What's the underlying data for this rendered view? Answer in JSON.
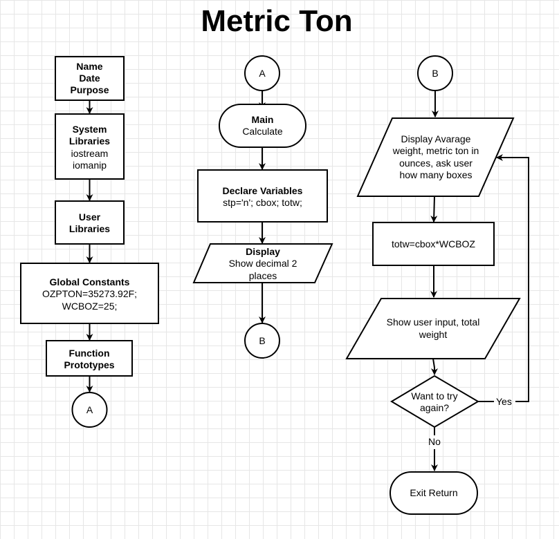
{
  "title": "Metric Ton",
  "nodes": {
    "header": {
      "lines": [
        "Name",
        "Date",
        "Purpose"
      ]
    },
    "system_libs": {
      "lines": [
        "System",
        "Libraries"
      ],
      "sub": [
        "iostream",
        "iomanip"
      ]
    },
    "user_libs": {
      "lines": [
        "User",
        "Libraries"
      ]
    },
    "global_constants": {
      "heading": "Global Constants",
      "sub": [
        "OZPTON=35273.92F;",
        "WCBOZ=25;"
      ]
    },
    "function_prototypes": {
      "lines": [
        "Function",
        "Prototypes"
      ]
    },
    "connector_a_out": "A",
    "connector_a_in": "A",
    "main": {
      "heading": "Main",
      "sub": "Calculate"
    },
    "declare_vars": {
      "heading": "Declare Variables",
      "sub": "stp='n'; cbox; totw;"
    },
    "display_decimal": {
      "heading": "Display",
      "sub": [
        "Show decimal 2",
        "places"
      ]
    },
    "connector_b_out": "B",
    "connector_b_in": "B",
    "display_average": {
      "lines": [
        "Display Avarage",
        "weight, metric ton in",
        "ounces, ask user",
        "how many boxes"
      ]
    },
    "calc_totw": "totw=cbox*WCBOZ",
    "show_input": {
      "lines": [
        "Show user input, total",
        "weight"
      ]
    },
    "try_again": {
      "lines": [
        "Want to try",
        "again?"
      ]
    },
    "yes_label": "Yes",
    "no_label": "No",
    "exit": "Exit Return"
  }
}
